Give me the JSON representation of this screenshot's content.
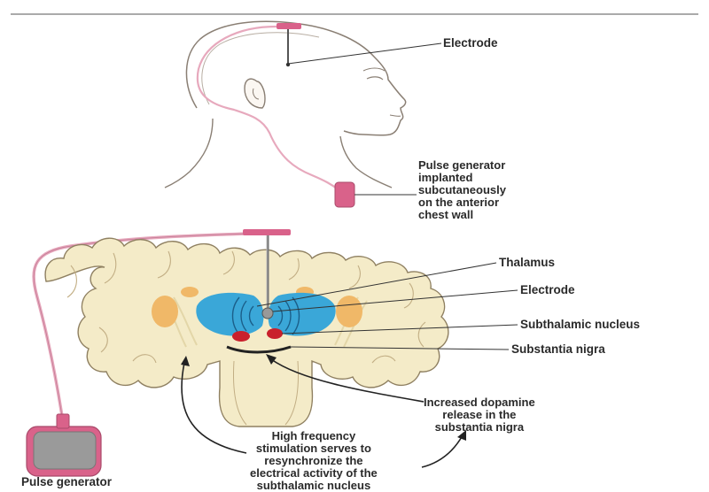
{
  "labels": {
    "electrode_top": "Electrode",
    "pulse_generator_chest": "Pulse generator\nimplanted\nsubcutaneously\non the anterior\nchest wall",
    "thalamus": "Thalamus",
    "electrode_brain": "Electrode",
    "subthalamic_nucleus": "Subthalamic nucleus",
    "substantia_nigra": "Substantia nigra",
    "dopamine_release": "Increased dopamine\nrelease in the\nsubstantia nigra",
    "high_frequency": "High frequency\nstimulation serves to\nresynchronize the\nelectrical activity of the\nsubthalamic nucleus",
    "pulse_generator_bottom": "Pulse generator"
  },
  "colors": {
    "skin_outline": "#8a7f74",
    "brain_fill": "#f4ebc8",
    "brain_outline": "#8f8061",
    "thalamus_blue": "#3aa7d8",
    "putamen_orange": "#f0b868",
    "nucleus_red": "#c9202c",
    "device_pink": "#d9628a",
    "lead_pink": "#e7a9bd",
    "generator_gray": "#9a9a9a"
  }
}
